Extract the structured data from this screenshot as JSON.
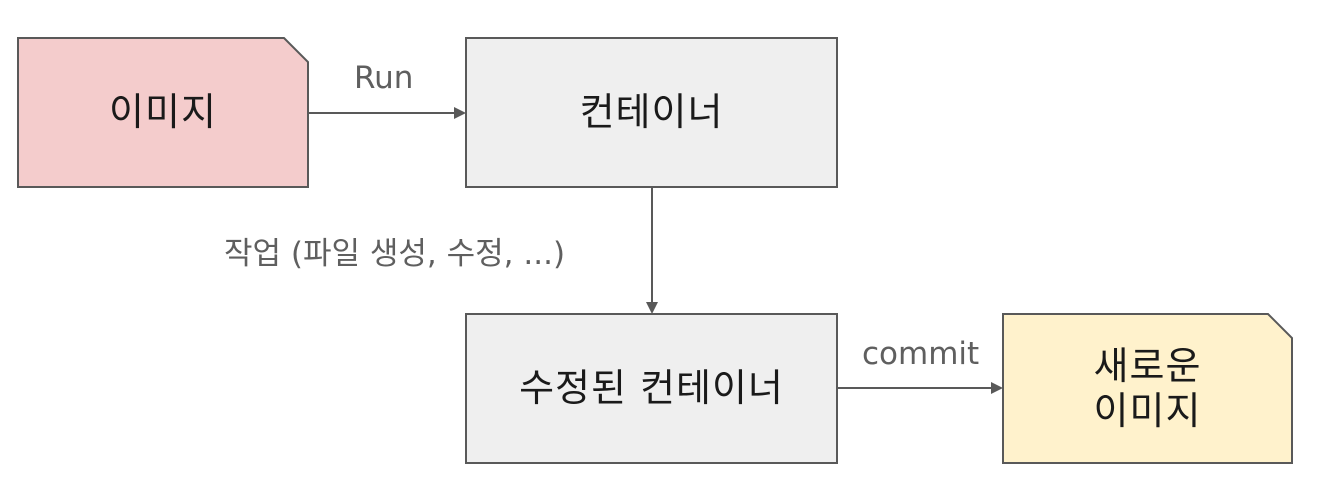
{
  "nodes": {
    "image": {
      "label": "이미지",
      "shape": "folded-corner-note",
      "fill": "#F4CCCC"
    },
    "container": {
      "label": "컨테이너",
      "shape": "rectangle",
      "fill": "#EFEFEF"
    },
    "modified_container": {
      "label": "수정된 컨테이너",
      "shape": "rectangle",
      "fill": "#EFEFEF"
    },
    "new_image": {
      "label_lines": [
        "새로운",
        "이미지"
      ],
      "shape": "folded-corner-note",
      "fill": "#FFF2CC"
    }
  },
  "edges": {
    "run": {
      "label": "Run",
      "from": "image",
      "to": "container"
    },
    "work": {
      "label": "작업 (파일 생성, 수정, ...)",
      "from": "container",
      "to": "modified_container"
    },
    "commit": {
      "label": "commit",
      "from": "modified_container",
      "to": "new_image"
    }
  },
  "colors": {
    "stroke": "#595959",
    "edge_text": "#5F5F5F",
    "node_text": "#1A1A1A"
  }
}
